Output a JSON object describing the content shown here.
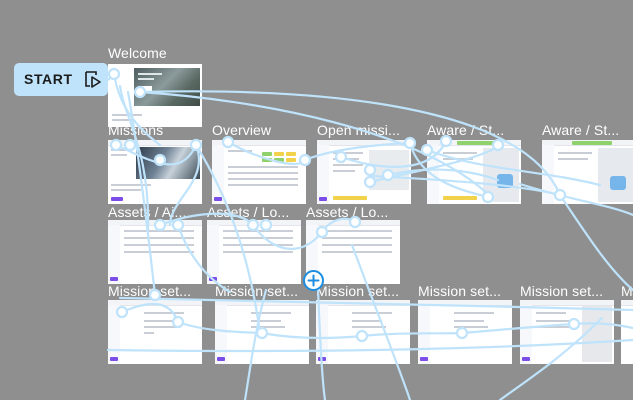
{
  "start": {
    "label": "START",
    "icon": "play-flow-icon"
  },
  "frames": [
    {
      "id": "welcome",
      "label": "Welcome",
      "kind": "hero"
    },
    {
      "id": "missions",
      "label": "Missions",
      "kind": "image"
    },
    {
      "id": "overview",
      "label": "Overview",
      "kind": "table"
    },
    {
      "id": "open-mission",
      "label": "Open missi...",
      "kind": "map"
    },
    {
      "id": "aware-1",
      "label": "Aware / St...",
      "kind": "map"
    },
    {
      "id": "aware-2",
      "label": "Aware / St...",
      "kind": "map"
    },
    {
      "id": "assets-1",
      "label": "Assets / Ai...",
      "kind": "list"
    },
    {
      "id": "assets-2",
      "label": "Assets / Lo...",
      "kind": "list"
    },
    {
      "id": "assets-3",
      "label": "Assets / Lo...",
      "kind": "list"
    },
    {
      "id": "mission-set-1",
      "label": "Mission set...",
      "kind": "form"
    },
    {
      "id": "mission-set-2",
      "label": "Mission set...",
      "kind": "form"
    },
    {
      "id": "mission-set-3",
      "label": "Mission set...",
      "kind": "form"
    },
    {
      "id": "mission-set-4",
      "label": "Mission set...",
      "kind": "form"
    },
    {
      "id": "mission-set-5",
      "label": "Mission set...",
      "kind": "form"
    },
    {
      "id": "mission-set-6",
      "label": "M",
      "kind": "form"
    }
  ],
  "add_button": {
    "icon": "plus-circle-icon"
  },
  "colors": {
    "canvas": "#8f8f8f",
    "connector": "#bfe3fb",
    "start_fill": "#bfe3fb",
    "add_accent": "#1c8de0",
    "status_green": "#8fd16a",
    "status_yellow": "#f2d24b",
    "primary_purple": "#7b4de8"
  }
}
